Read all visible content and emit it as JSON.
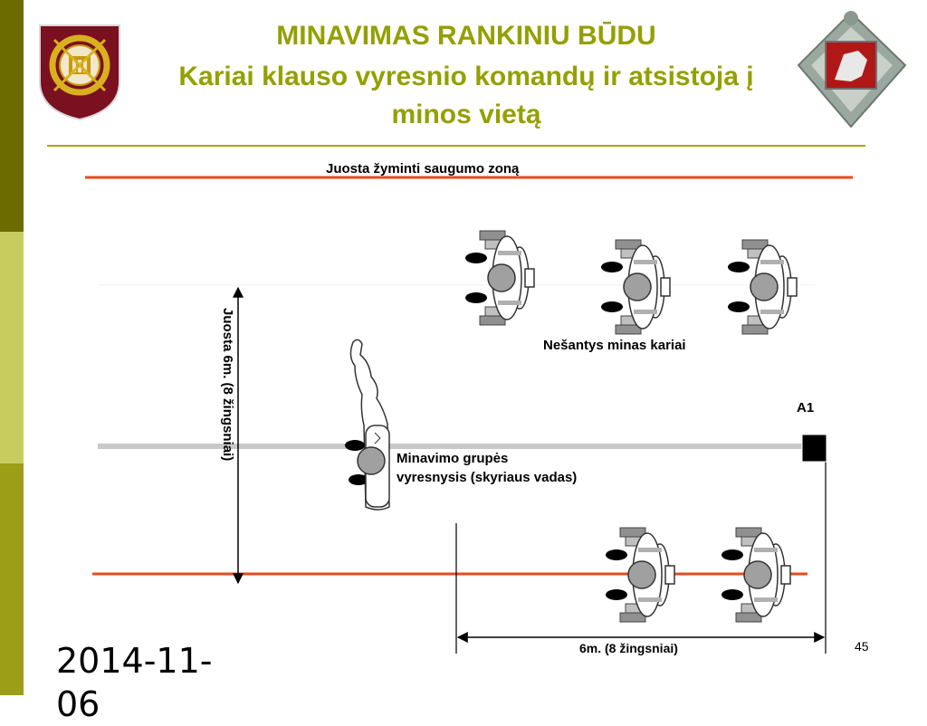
{
  "slide": {
    "title_line1": "MINAVIMAS RANKINIU BŪDU",
    "title_line2": "Kariai klauso vyresnio komandų ir atsistoja į",
    "title_line3": "minos vietą",
    "date": "2014-11-\n06",
    "page_number": "45"
  },
  "diagram": {
    "top_line_label": "Juosta žyminti saugumo zoną",
    "carriers_label": "Nešantys minas kariai",
    "leader_label_line1": "Minavimo grupės",
    "leader_label_line2": "vyresnysis (skyriaus vadas)",
    "marker_label": "A1",
    "vertical_dim_label": "Juosta 6m. (8 žingsniai)",
    "horizontal_dim_label": "6m. (8 žingsniai)"
  },
  "colors": {
    "title": "#94a000",
    "safety_line": "#e84a1e",
    "center_line": "#c8c8c8",
    "figure_gray": "#a0a0a0"
  }
}
